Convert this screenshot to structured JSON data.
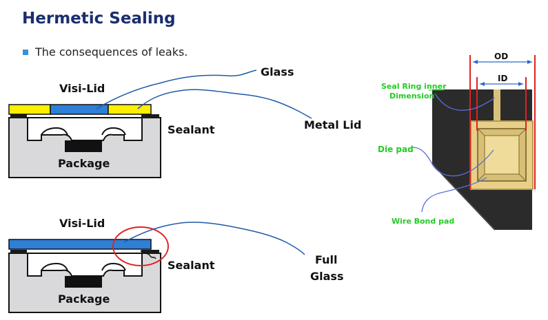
{
  "slide": {
    "title": "Hermetic Sealing",
    "bullet": "The consequences of leaks."
  },
  "diagram_top": {
    "lid_label": "Visi-Lid",
    "glass_label": "Glass",
    "sealant_label": "Sealant",
    "metal_lid_label": "Metal Lid",
    "package_label": "Package"
  },
  "diagram_bottom": {
    "lid_label": "Visi-Lid",
    "sealant_label": "Sealant",
    "full_glass_line1": "Full",
    "full_glass_line2": "Glass",
    "package_label": "Package"
  },
  "photo": {
    "od_label": "OD",
    "id_label": "ID",
    "seal_ring_line1": "Seal Ring inner",
    "seal_ring_line2": "Dimension",
    "die_pad_label": "Die pad",
    "wire_bond_label": "Wire Bond pad"
  },
  "colors": {
    "title": "#1a2e6e",
    "glass": "#2f7fd6",
    "metal_lid": "#ffee00",
    "package_fill": "#d9d9dc",
    "leader_line": "#1b5aa6",
    "highlight_circle": "#e02020",
    "photo_bg": "#2b2b2b",
    "pad_gold": "#e8d08a",
    "label_green": "#22cc22"
  }
}
